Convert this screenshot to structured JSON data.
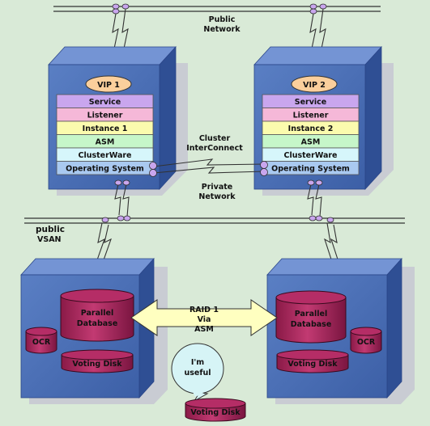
{
  "labels": {
    "public_network": [
      "Public",
      "Network"
    ],
    "cluster_interconnect": [
      "Cluster",
      "InterConnect"
    ],
    "private_network": [
      "Private",
      "Network"
    ],
    "public_vsan": [
      "public",
      "VSAN"
    ],
    "raid": [
      "RAID 1",
      "Via",
      "ASM"
    ],
    "speech_bubble": [
      "I'm",
      "useful"
    ],
    "voting_disk_bottom": "Voting Disk"
  },
  "servers": [
    {
      "vip": "VIP 1",
      "layers": [
        {
          "label": "Service",
          "color": "#c9a6ee"
        },
        {
          "label": "Listener",
          "color": "#f5b8d8"
        },
        {
          "label": "Instance 1",
          "color": "#fbfbae"
        },
        {
          "label": "ASM",
          "color": "#c6f6c9"
        },
        {
          "label": "ClusterWare",
          "color": "#d6f6fb"
        },
        {
          "label": "Operating System",
          "color": "#a9c9f0"
        }
      ]
    },
    {
      "vip": "VIP 2",
      "layers": [
        {
          "label": "Service",
          "color": "#c9a6ee"
        },
        {
          "label": "Listener",
          "color": "#f5b8d8"
        },
        {
          "label": "Instance 2",
          "color": "#fbfbae"
        },
        {
          "label": "ASM",
          "color": "#c6f6c9"
        },
        {
          "label": "ClusterWare",
          "color": "#d6f6fb"
        },
        {
          "label": "Operating System",
          "color": "#a9c9f0"
        }
      ]
    }
  ],
  "storage": [
    {
      "database": [
        "Parallel",
        "Database"
      ],
      "ocr": "OCR",
      "voting": "Voting Disk"
    },
    {
      "database": [
        "Parallel",
        "Database"
      ],
      "ocr": "OCR",
      "voting": "Voting Disk"
    }
  ],
  "colors": {
    "background": "#d9ead7",
    "box_front": "#4a6fb1",
    "box_top": "#6f8fd0",
    "box_side": "#2f4f94",
    "disk": "#a8265a",
    "vip": "#fbcf9c",
    "bubble": "#d6f4f6",
    "arrow": "#ffffc0"
  }
}
